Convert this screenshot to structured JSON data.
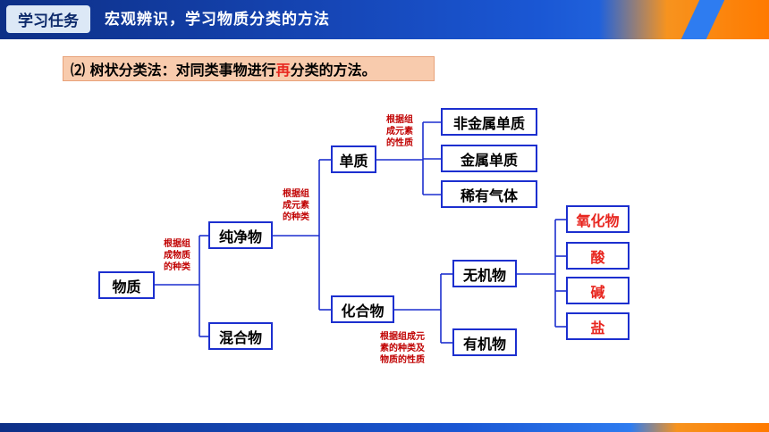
{
  "header": {
    "tag": "学习任务",
    "title": "宏观辨识，学习物质分类的方法"
  },
  "subtitle": {
    "prefix": "⑵ 树状分类法：对同类事物进行",
    "highlight": "再",
    "suffix": "分类的方法。"
  },
  "nodes": {
    "wuzhi": "物质",
    "chunjingwu": "纯净物",
    "hunhewu": "混合物",
    "danzhi": "单质",
    "huahewu": "化合物",
    "feijinshu": "非金属单质",
    "jinshu": "金属单质",
    "xiyouqiti": "稀有气体",
    "wujiwu": "无机物",
    "youjiwu": "有机物",
    "yanghuawu": "氧化物",
    "suan": "酸",
    "jian": "碱",
    "yan": "盐"
  },
  "notes": {
    "n1": [
      "根据组",
      "成物质",
      "的种类"
    ],
    "n2": [
      "根据组",
      "成元素",
      "的种类"
    ],
    "n3": [
      "根据组",
      "成元素",
      "的性质"
    ],
    "n4": [
      "根据组成元",
      "素的种类及",
      "物质的性质"
    ]
  },
  "colors": {
    "box_border": "#1c2fcf",
    "note_text": "#c00000",
    "highlight": "#e8261f"
  }
}
